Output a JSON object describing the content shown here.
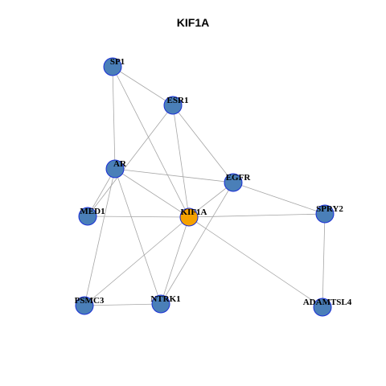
{
  "title": "KIF1A",
  "colors": {
    "hub": "#f5a100",
    "neighbor": "#4a7fb8",
    "border": "#1a2fd6",
    "edge": "#a6a6a6"
  },
  "nodes": [
    {
      "id": "SP1",
      "label": "SP1",
      "type": "neighbor"
    },
    {
      "id": "ESR1",
      "label": "ESR1",
      "type": "neighbor"
    },
    {
      "id": "AR",
      "label": "AR",
      "type": "neighbor"
    },
    {
      "id": "EGFR",
      "label": "EGFR",
      "type": "neighbor"
    },
    {
      "id": "MED1",
      "label": "MED1",
      "type": "neighbor"
    },
    {
      "id": "KIF1A",
      "label": "KIF1A",
      "type": "hub"
    },
    {
      "id": "SPRY2",
      "label": "SPRY2",
      "type": "neighbor"
    },
    {
      "id": "PSMC3",
      "label": "PSMC3",
      "type": "neighbor"
    },
    {
      "id": "NTRK1",
      "label": "NTRK1",
      "type": "neighbor"
    },
    {
      "id": "ADAMTSL4",
      "label": "ADAMTSL4",
      "type": "neighbor"
    }
  ],
  "edges": [
    [
      "SP1",
      "ESR1"
    ],
    [
      "SP1",
      "AR"
    ],
    [
      "SP1",
      "KIF1A"
    ],
    [
      "ESR1",
      "KIF1A"
    ],
    [
      "ESR1",
      "EGFR"
    ],
    [
      "ESR1",
      "MED1"
    ],
    [
      "AR",
      "EGFR"
    ],
    [
      "AR",
      "KIF1A"
    ],
    [
      "AR",
      "MED1"
    ],
    [
      "AR",
      "PSMC3"
    ],
    [
      "AR",
      "NTRK1"
    ],
    [
      "EGFR",
      "SPRY2"
    ],
    [
      "EGFR",
      "KIF1A"
    ],
    [
      "EGFR",
      "NTRK1"
    ],
    [
      "MED1",
      "KIF1A"
    ],
    [
      "KIF1A",
      "SPRY2"
    ],
    [
      "KIF1A",
      "PSMC3"
    ],
    [
      "KIF1A",
      "NTRK1"
    ],
    [
      "KIF1A",
      "ADAMTSL4"
    ],
    [
      "SPRY2",
      "ADAMTSL4"
    ],
    [
      "PSMC3",
      "NTRK1"
    ]
  ]
}
